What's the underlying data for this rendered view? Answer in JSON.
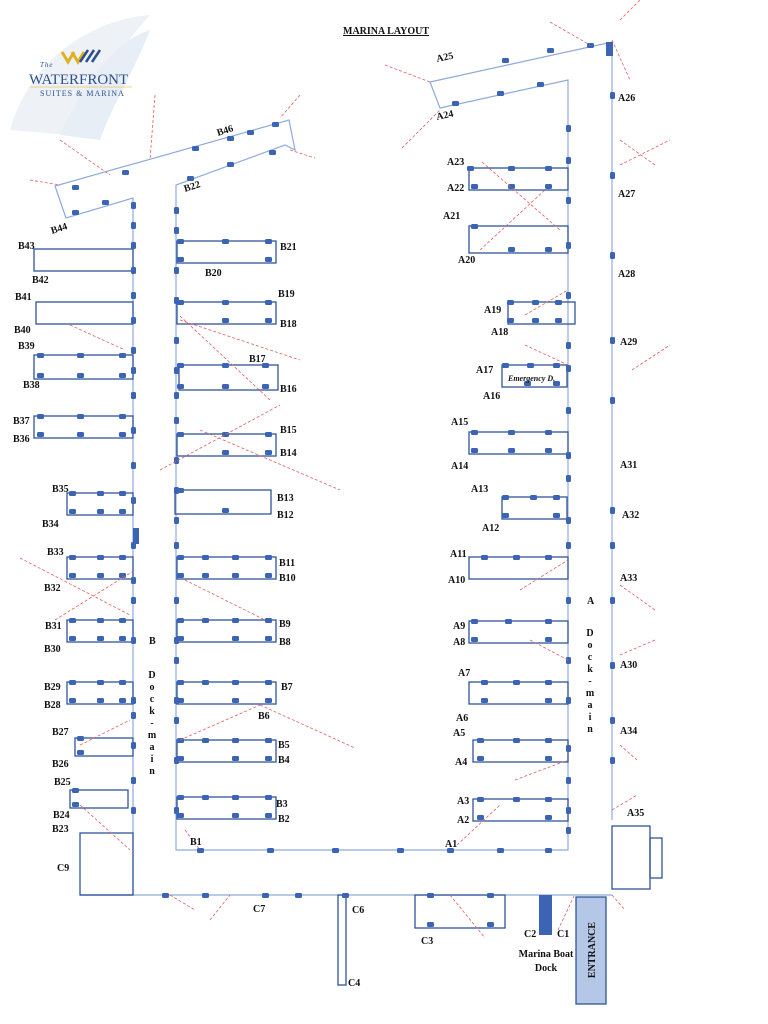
{
  "logo": {
    "the": "The",
    "name": "WATERFRONT",
    "sub": "SUITES & MARINA"
  },
  "title": "MARINA LAYOUT",
  "docks": {
    "a_letter": "A",
    "a_main": [
      "D",
      "o",
      "c",
      "k",
      "-",
      "m",
      "a",
      "i",
      "n"
    ],
    "b_letter": "B",
    "b_main": [
      "D",
      "o",
      "c",
      "k",
      "-",
      "m",
      "a",
      "i",
      "n"
    ]
  },
  "emergency": "Emergency D.",
  "boat_dock": [
    "Marina Boat",
    "Dock"
  ],
  "entrance": "ENTRANCE",
  "slips": {
    "A1": "A1",
    "A2": "A2",
    "A3": "A3",
    "A4": "A4",
    "A5": "A5",
    "A6": "A6",
    "A7": "A7",
    "A8": "A8",
    "A9": "A9",
    "A10": "A10",
    "A11": "A11",
    "A12": "A12",
    "A13": "A13",
    "A14": "A14",
    "A15": "A15",
    "A16": "A16",
    "A17": "A17",
    "A18": "A18",
    "A19": "A19",
    "A20": "A20",
    "A21": "A21",
    "A22": "A22",
    "A23": "A23",
    "A24": "A24",
    "A25": "A25",
    "A26": "A26",
    "A27": "A27",
    "A28": "A28",
    "A29": "A29",
    "A30": "A30",
    "A31": "A31",
    "A32": "A32",
    "A33": "A33",
    "A34": "A34",
    "A35": "A35",
    "B1": "B1",
    "B2": "B2",
    "B3": "B3",
    "B4": "B4",
    "B5": "B5",
    "B6": "B6",
    "B7": "B7",
    "B8": "B8",
    "B9": "B9",
    "B10": "B10",
    "B11": "B11",
    "B12": "B12",
    "B13": "B13",
    "B14": "B14",
    "B15": "B15",
    "B16": "B16",
    "B17": "B17",
    "B18": "B18",
    "B19": "B19",
    "B20": "B20",
    "B21": "B21",
    "B22": "B22",
    "B23": "B23",
    "B24": "B24",
    "B25": "B25",
    "B26": "B26",
    "B27": "B27",
    "B28": "B28",
    "B29": "B29",
    "B30": "B30",
    "B31": "B31",
    "B32": "B32",
    "B33": "B33",
    "B34": "B34",
    "B35": "B35",
    "B36": "B36",
    "B37": "B37",
    "B38": "B38",
    "B39": "B39",
    "B40": "B40",
    "B41": "B41",
    "B42": "B42",
    "B43": "B43",
    "B44": "B44",
    "B46": "B46",
    "C1": "C1",
    "C2": "C2",
    "C3": "C3",
    "C4": "C4",
    "C6": "C6",
    "C7": "C7",
    "C9": "C9"
  }
}
